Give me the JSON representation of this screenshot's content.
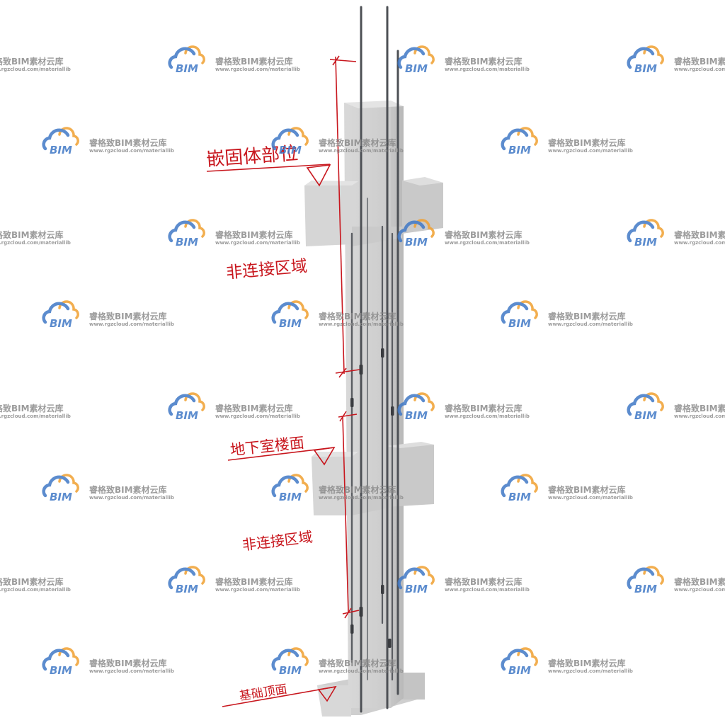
{
  "watermark": {
    "name": "睿格致BIM素材云库",
    "url": "www.rgzcloud.com/materiallib",
    "logo": "BIM"
  },
  "annotations": {
    "embed_zone": "嵌固体部位",
    "non_connect_upper": "非连接区域",
    "basement_floor": "地下室楼面",
    "non_connect_lower": "非连接区域",
    "foundation_top": "基础顶面"
  },
  "colors": {
    "annotation": "#c8171e",
    "concrete_front": "#d4d4d4",
    "concrete_side": "#c2c2c2",
    "concrete_top": "#e2e2e2",
    "rebar": "#4d5055",
    "logo_blue": "#3f78c6",
    "logo_orange": "#f0a030",
    "watermark_gray": "#8a8a8a"
  }
}
